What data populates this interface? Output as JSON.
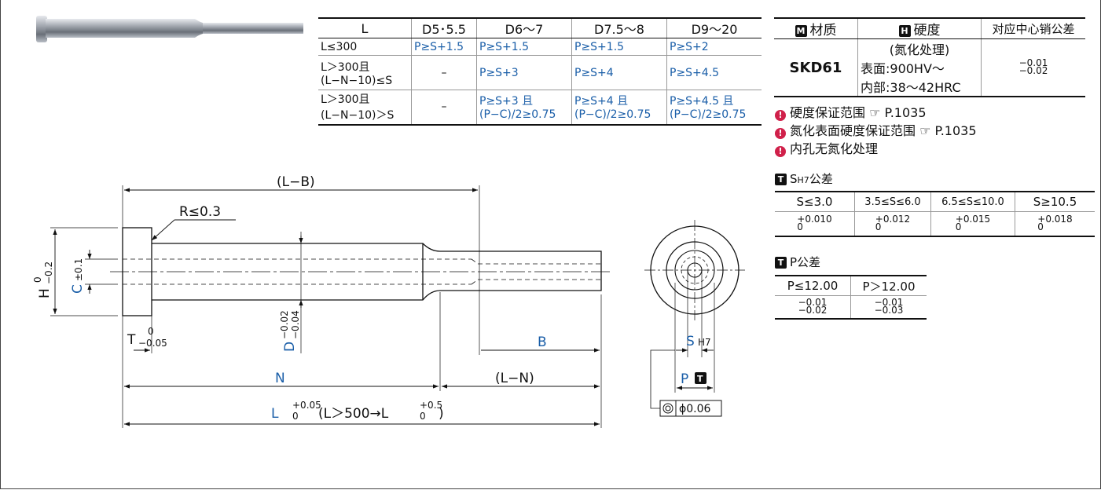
{
  "t1": {
    "headers": [
      "L",
      "D5･5.5",
      "D6～7",
      "D7.5～8",
      "D9～20"
    ],
    "rows": [
      {
        "l1": "L≤300",
        "l2": "",
        "c": [
          "P≥S+1.5",
          "P≥S+1.5",
          "P≥S+1.5",
          "P≥S+2"
        ],
        "c2": [
          "",
          "",
          "",
          ""
        ]
      },
      {
        "l1": "L＞300且",
        "l2": "(L−N−10)≤S",
        "c": [
          "–",
          "P≥S+3",
          "P≥S+4",
          "P≥S+4.5"
        ],
        "c2": [
          "",
          "",
          "",
          ""
        ]
      },
      {
        "l1": "L＞300且",
        "l2": "(L−N−10)＞S",
        "c": [
          "–",
          "P≥S+3 且",
          "P≥S+4 且",
          "P≥S+4.5 且"
        ],
        "c2": [
          "",
          "(P−C)/2≥0.75",
          "(P−C)/2≥0.75",
          "(P−C)/2≥0.75"
        ]
      }
    ]
  },
  "t2": {
    "m_tag": "M",
    "h_tag": "H",
    "col1": "材质",
    "col2": "硬度",
    "col3": "对应中心销公差",
    "material": "SKD61",
    "hard1": "(氮化处理)",
    "hard2": "表面:900HV～",
    "hard3": "内部:38～42HRC",
    "tol_top": "−0.01",
    "tol_bot": "−0.02"
  },
  "notes": [
    {
      "text": "硬度保证范围",
      "ref": "P.1035"
    },
    {
      "text": "氮化表面硬度保证范围",
      "ref": "P.1035"
    },
    {
      "text": "内孔无氮化处理",
      "ref": ""
    }
  ],
  "s_table": {
    "tag": "T",
    "title_s": "S",
    "title_sub": "H7",
    "title_rest": "公差",
    "headers": [
      "S≤3.0",
      "3.5≤S≤6.0",
      "6.5≤S≤10.0",
      "S≥10.5"
    ],
    "tols": [
      [
        "+0.010",
        "0"
      ],
      [
        "+0.012",
        "0"
      ],
      [
        "+0.015",
        "0"
      ],
      [
        "+0.018",
        "0"
      ]
    ]
  },
  "p_table": {
    "tag": "T",
    "title": "P公差",
    "headers": [
      "P≤12.00",
      "P＞12.00"
    ],
    "tols": [
      [
        "−0.01",
        "−0.02"
      ],
      [
        "−0.01",
        "−0.03"
      ]
    ]
  },
  "drawing": {
    "lb": "(L−B)",
    "r": "R≤0.3",
    "h": "H",
    "h_top": "0",
    "h_bot": "−0.2",
    "c": "C",
    "c_tol": "±0.1",
    "t": "T",
    "t_top": "0",
    "t_bot": "−0.05",
    "d": "D",
    "d_top": "−0.02",
    "d_bot": "−0.04",
    "b": "B",
    "n": "N",
    "ln": "(L−N)",
    "l": "L",
    "l_top": "+0.05",
    "l_bot": "0",
    "l_note": "(L＞500→L",
    "l2_top": "+0.5",
    "l2_bot": "0",
    "l_end": ")",
    "s": "S",
    "s_sub": "H7",
    "p": "P",
    "p_tag": "T",
    "concentric": "ϕ0.06"
  }
}
